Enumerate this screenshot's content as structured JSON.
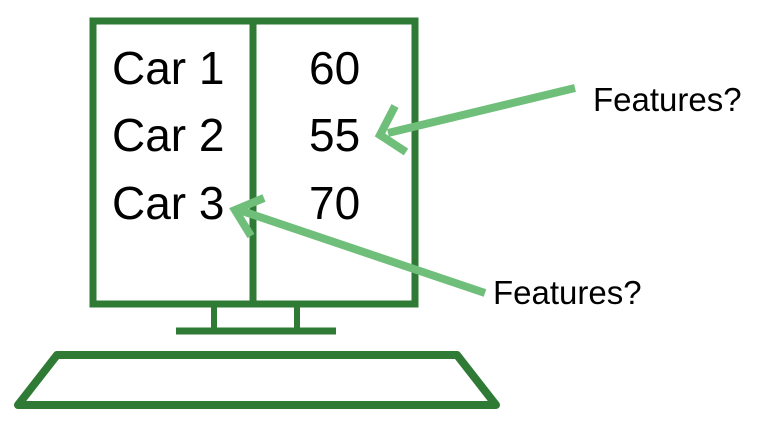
{
  "colors": {
    "frame": "#2f7a35",
    "arrow": "#6fbf7a",
    "text": "#000000",
    "background": "#ffffff"
  },
  "table": {
    "cars": [
      "Car 1",
      "Car 2",
      "Car 3"
    ],
    "values": [
      "60",
      "55",
      "70"
    ]
  },
  "callouts": [
    {
      "label": "Features?",
      "target": "values"
    },
    {
      "label": "Features?",
      "target": "cars"
    }
  ]
}
